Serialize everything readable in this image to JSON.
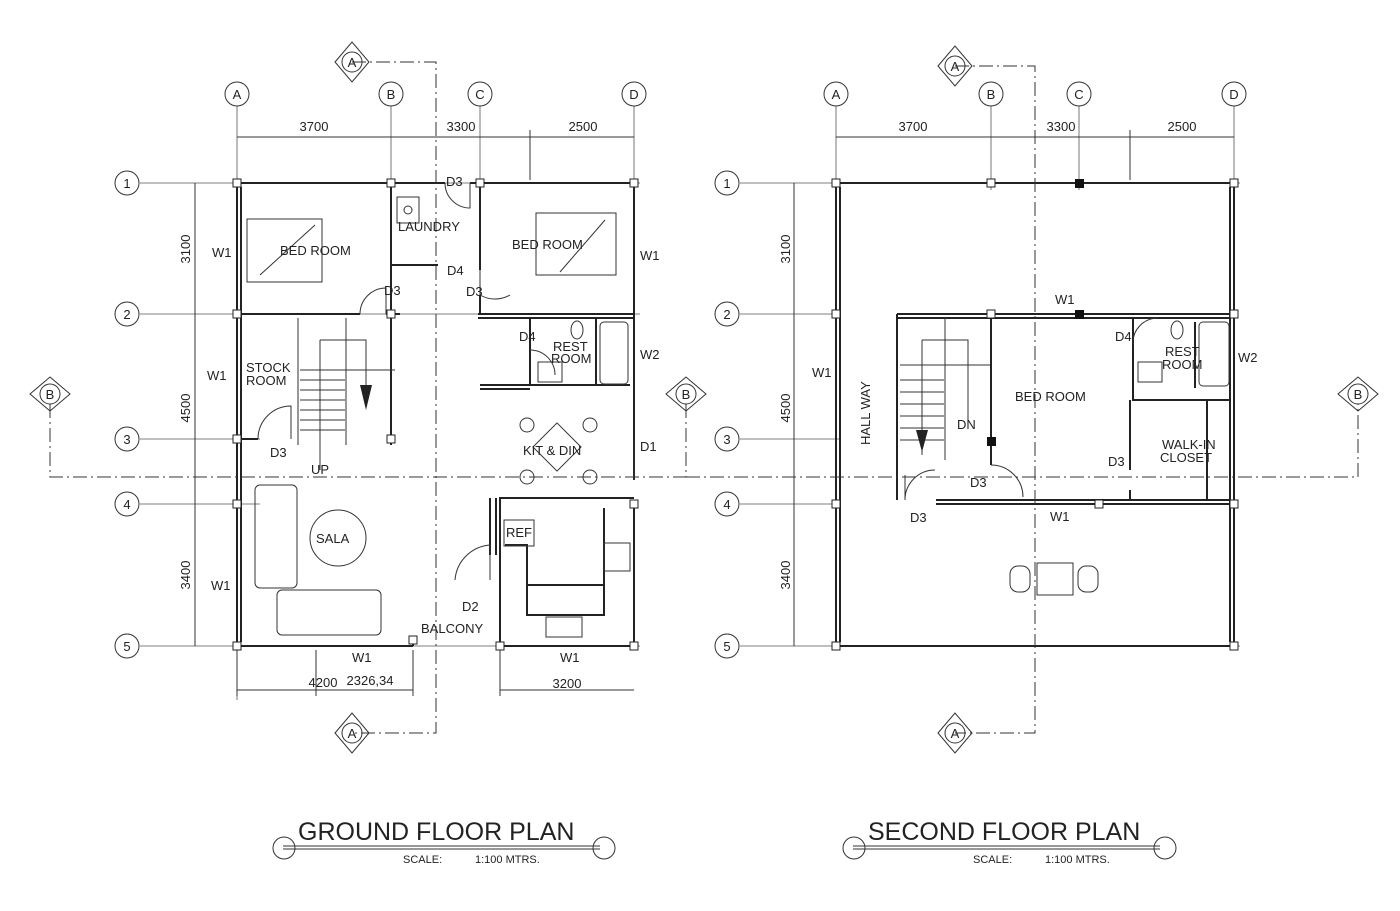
{
  "grid_columns": [
    "A",
    "B",
    "C",
    "D"
  ],
  "grid_rows": [
    "1",
    "2",
    "3",
    "4",
    "5"
  ],
  "section_markers": {
    "a": "A",
    "b": "B"
  },
  "ground_floor": {
    "title": "GROUND FLOOR  PLAN",
    "scale_label": "SCALE:",
    "scale_value": "1:100  MTRS.",
    "dims_top": [
      "3700",
      "3300",
      "2500"
    ],
    "dims_left": [
      "3100",
      "4500",
      "3400"
    ],
    "dims_bottom": [
      "4200",
      "2326,34",
      "3200"
    ],
    "rooms": [
      "BED ROOM",
      "LAUNDRY",
      "BED ROOM",
      "STOCK",
      "ROOM",
      "REST",
      "ROOM",
      "KIT & DIN",
      "SALA",
      "REF",
      "BALCONY",
      "UP"
    ],
    "tags": [
      "W1",
      "D3",
      "D4",
      "D3",
      "D3",
      "D4",
      "W2",
      "W1",
      "D3",
      "D1",
      "W1",
      "D2",
      "W1",
      "W1",
      "W1"
    ]
  },
  "second_floor": {
    "title": "SECOND FLOOR  PLAN",
    "scale_label": "SCALE:",
    "scale_value": "1:100  MTRS.",
    "dims_top": [
      "3700",
      "3300",
      "2500"
    ],
    "dims_left": [
      "3100",
      "4500",
      "3400"
    ],
    "rooms": [
      "HALL WAY",
      "BED ROOM",
      "REST",
      "ROOM",
      "WALK-IN",
      "CLOSET",
      "DN"
    ],
    "tags": [
      "W1",
      "D4",
      "W2",
      "W1",
      "D3",
      "D3",
      "D3",
      "W1"
    ]
  }
}
